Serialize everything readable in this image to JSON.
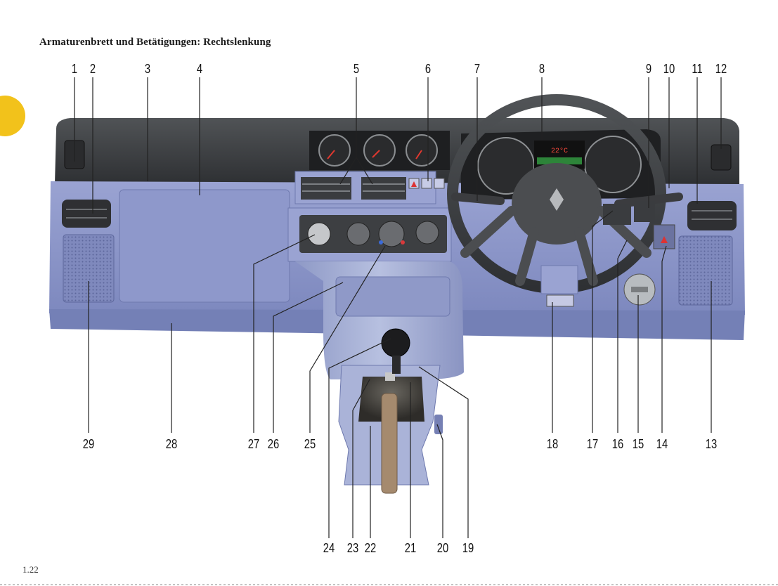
{
  "page": {
    "title": "Armaturenbrett und Betätigungen: Rechtslenkung",
    "page_number": "1.22",
    "accent_color": "#f2c21b"
  },
  "illustration": {
    "description_subject": "dashboard-right-hand-drive",
    "colors": {
      "dash_top": "#3a3c3f",
      "dash_panel": "#8c96c9",
      "console": "#a8b3d6",
      "steering": "#5e6164"
    },
    "display_readout": "22°C"
  },
  "callouts": {
    "top": [
      "1",
      "2",
      "3",
      "4",
      "5",
      "6",
      "7",
      "8",
      "9",
      "10",
      "11",
      "12"
    ],
    "middle": [
      "29",
      "28",
      "27",
      "26",
      "25",
      "18",
      "17",
      "16",
      "15",
      "14",
      "13"
    ],
    "bottom": [
      "24",
      "23",
      "22",
      "21",
      "20",
      "19"
    ]
  }
}
